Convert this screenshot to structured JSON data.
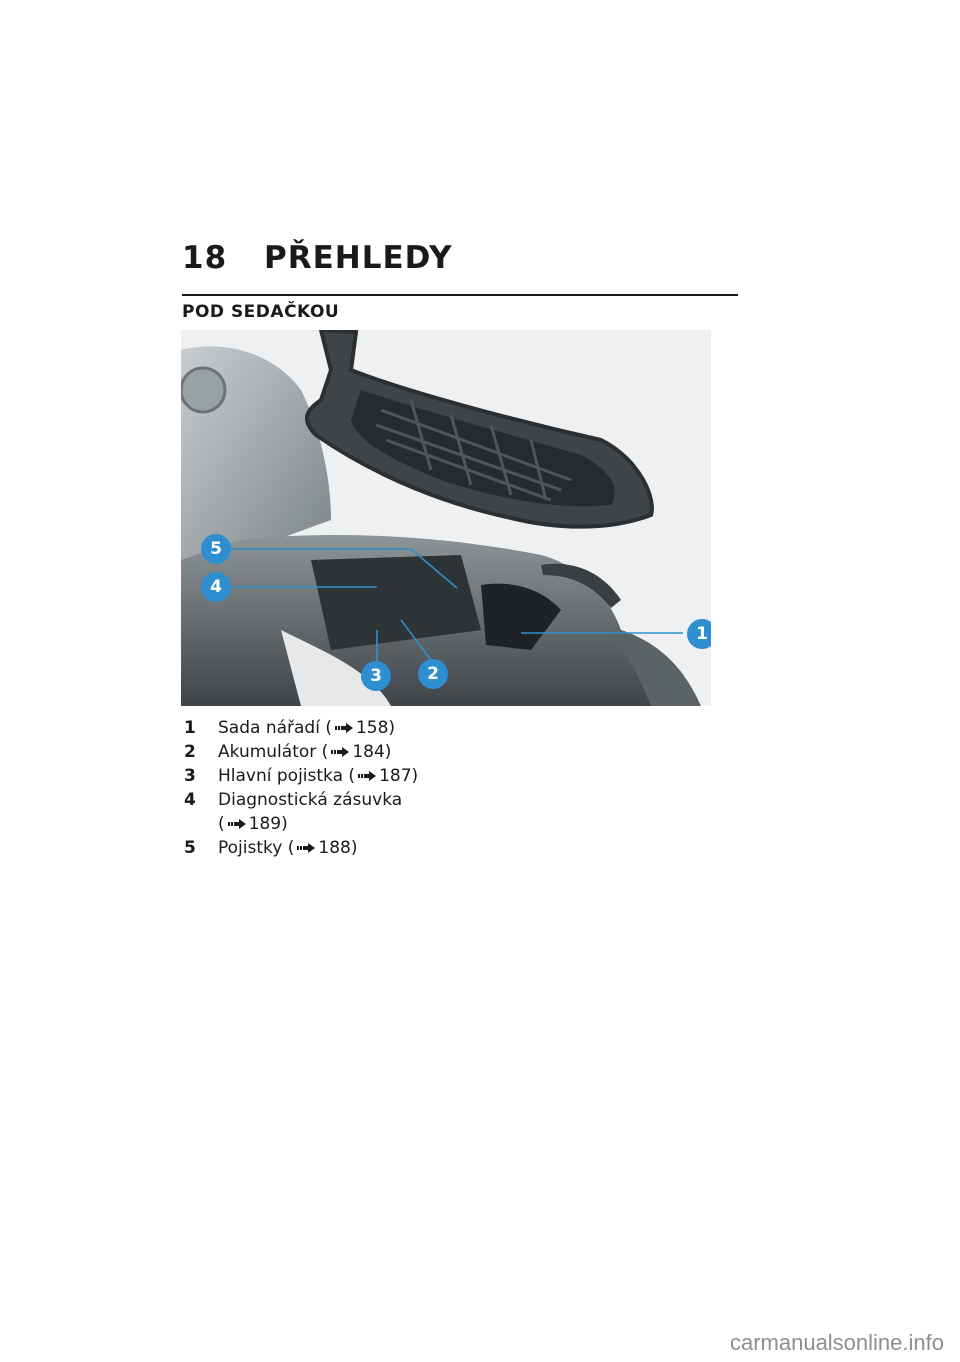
{
  "header": {
    "page_number": "18",
    "chapter_title": "PŘEHLEDY"
  },
  "section_title": "POD SEDAČKOU",
  "figure": {
    "callouts": [
      "1",
      "2",
      "3",
      "4",
      "5"
    ],
    "callout_color": "#2e8fd0"
  },
  "legend": [
    {
      "num": "1",
      "label": "Sada nářadí",
      "ref": "158)"
    },
    {
      "num": "2",
      "label": "Akumulátor",
      "ref": "184)"
    },
    {
      "num": "3",
      "label": "Hlavní pojistka",
      "ref": "187)"
    },
    {
      "num": "4",
      "label": "Diagnostická zásuvka",
      "ref": "189)"
    },
    {
      "num": "5",
      "label": "Pojistky",
      "ref": "188)"
    }
  ],
  "ref_open": "(",
  "watermark": "carmanualsonline.info"
}
